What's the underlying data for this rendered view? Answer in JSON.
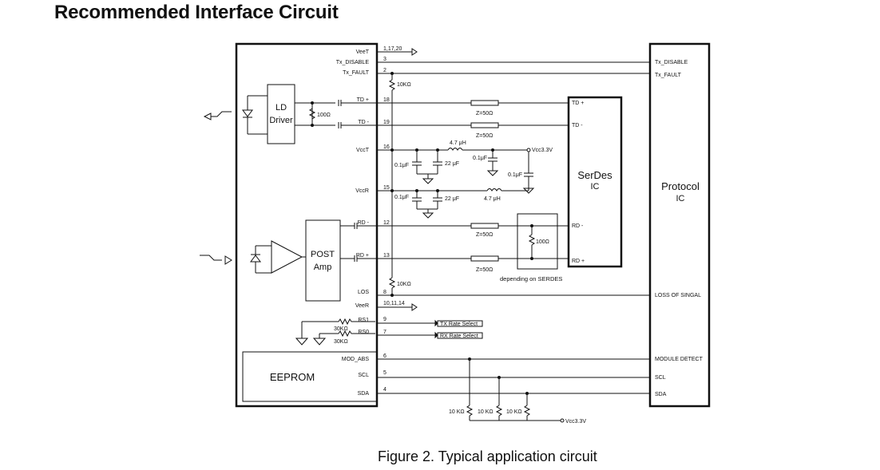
{
  "title": "Recommended Interface Circuit",
  "caption": "Figure 2. Typical application circuit",
  "module": {
    "pins": {
      "veet_top": "VeeT",
      "veet_top_num": "1,17,20",
      "tx_disable": "Tx_DISABLE",
      "tx_disable_num": "3",
      "tx_fault": "Tx_FAULT",
      "tx_fault_num": "2",
      "td_plus": "TD +",
      "td_plus_num": "18",
      "td_minus": "TD -",
      "td_minus_num": "19",
      "vcct": "VccT",
      "vcct_num": "16",
      "vccr": "VccR",
      "vccr_num": "15",
      "rd_minus": "RD -",
      "rd_minus_num": "12",
      "rd_plus": "RD +",
      "rd_plus_num": "13",
      "los": "LOS",
      "los_num": "8",
      "veer": "VeeR",
      "veer_num": "10,11,14",
      "rs1": "RS1",
      "rs1_num": "9",
      "rs0": "RS0",
      "rs0_num": "7",
      "mod_abs": "MOD_ABS",
      "mod_abs_num": "6",
      "scl": "SCL",
      "scl_num": "5",
      "sda": "SDA",
      "sda_num": "4"
    },
    "ld_driver": [
      "LD",
      "Driver"
    ],
    "post_amp": [
      "POST",
      "Amp"
    ],
    "eeprom": "EEPROM",
    "r100_tx": "100Ω"
  },
  "components": {
    "r_10k_fault": "10KΩ",
    "r_10k_los": "10KΩ",
    "z50": "Z=50Ω",
    "cap_01": "0.1μF",
    "cap_22": "22 μF",
    "ind_47": "4.7 μH",
    "vcc33": "Vcc3.3V",
    "r100_rx": "100Ω",
    "depending": "depending on SERDES",
    "r30k": "30KΩ",
    "tx_rate": "TX Rate Select",
    "rx_rate": "RX Rate Select",
    "r10k_pull": "10 KΩ",
    "vcc33_bottom": "Vcc3.3V"
  },
  "serdes": {
    "line1": "SerDes",
    "line2": "IC",
    "td_plus": "TD +",
    "td_minus": "TD -",
    "rd_minus": "RD -",
    "rd_plus": "RD +"
  },
  "protocol": {
    "line1": "Protocol",
    "line2": "IC",
    "tx_disable": "Tx_DISABLE",
    "tx_fault": "Tx_FAULT",
    "loss": "LOSS OF SINGAL",
    "module_detect": "MODULE DETECT",
    "scl": "SCL",
    "sda": "SDA"
  }
}
